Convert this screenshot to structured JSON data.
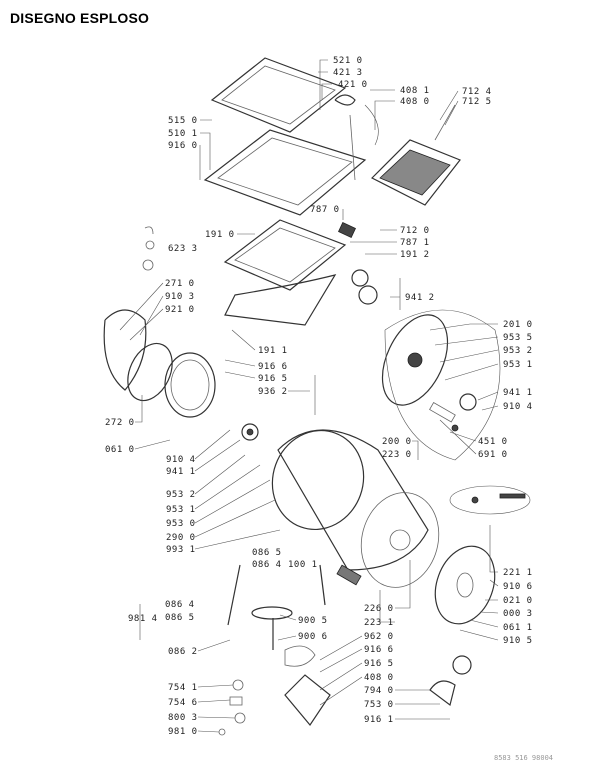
{
  "title": "DISEGNO ESPLOSO",
  "drawing_code": "8583 516 98004",
  "labels": [
    "521 0",
    "421 3",
    "421 0",
    "408 1",
    "408 0",
    "712 4",
    "712 5",
    "515 0",
    "510 1",
    "916 0",
    "787 0",
    "712 0",
    "787 1",
    "191 2",
    "191 0",
    "623 3",
    "941 2",
    "271 0",
    "910 3",
    "921 0",
    "272 0",
    "061 0",
    "191 1",
    "916 6",
    "916 5",
    "936 2",
    "910 4",
    "941 1",
    "953 2",
    "953 1",
    "953 0",
    "290 0",
    "993 1",
    "086 5",
    "086 4",
    "100 1",
    "981 4",
    "086 4",
    "086 5",
    "086 2",
    "900 5",
    "900 6",
    "226 0",
    "223 1",
    "962 0",
    "916 6",
    "916 5",
    "408 0",
    "794 0",
    "753 0",
    "916 1",
    "754 1",
    "754 6",
    "800 3",
    "981 0",
    "201 0",
    "953 5",
    "953 2",
    "953 1",
    "941 1",
    "910 4",
    "451 0",
    "691 0",
    "200 0",
    "223 0",
    "221 1",
    "910 6",
    "021 0",
    "000 3",
    "061 1",
    "910 5"
  ]
}
